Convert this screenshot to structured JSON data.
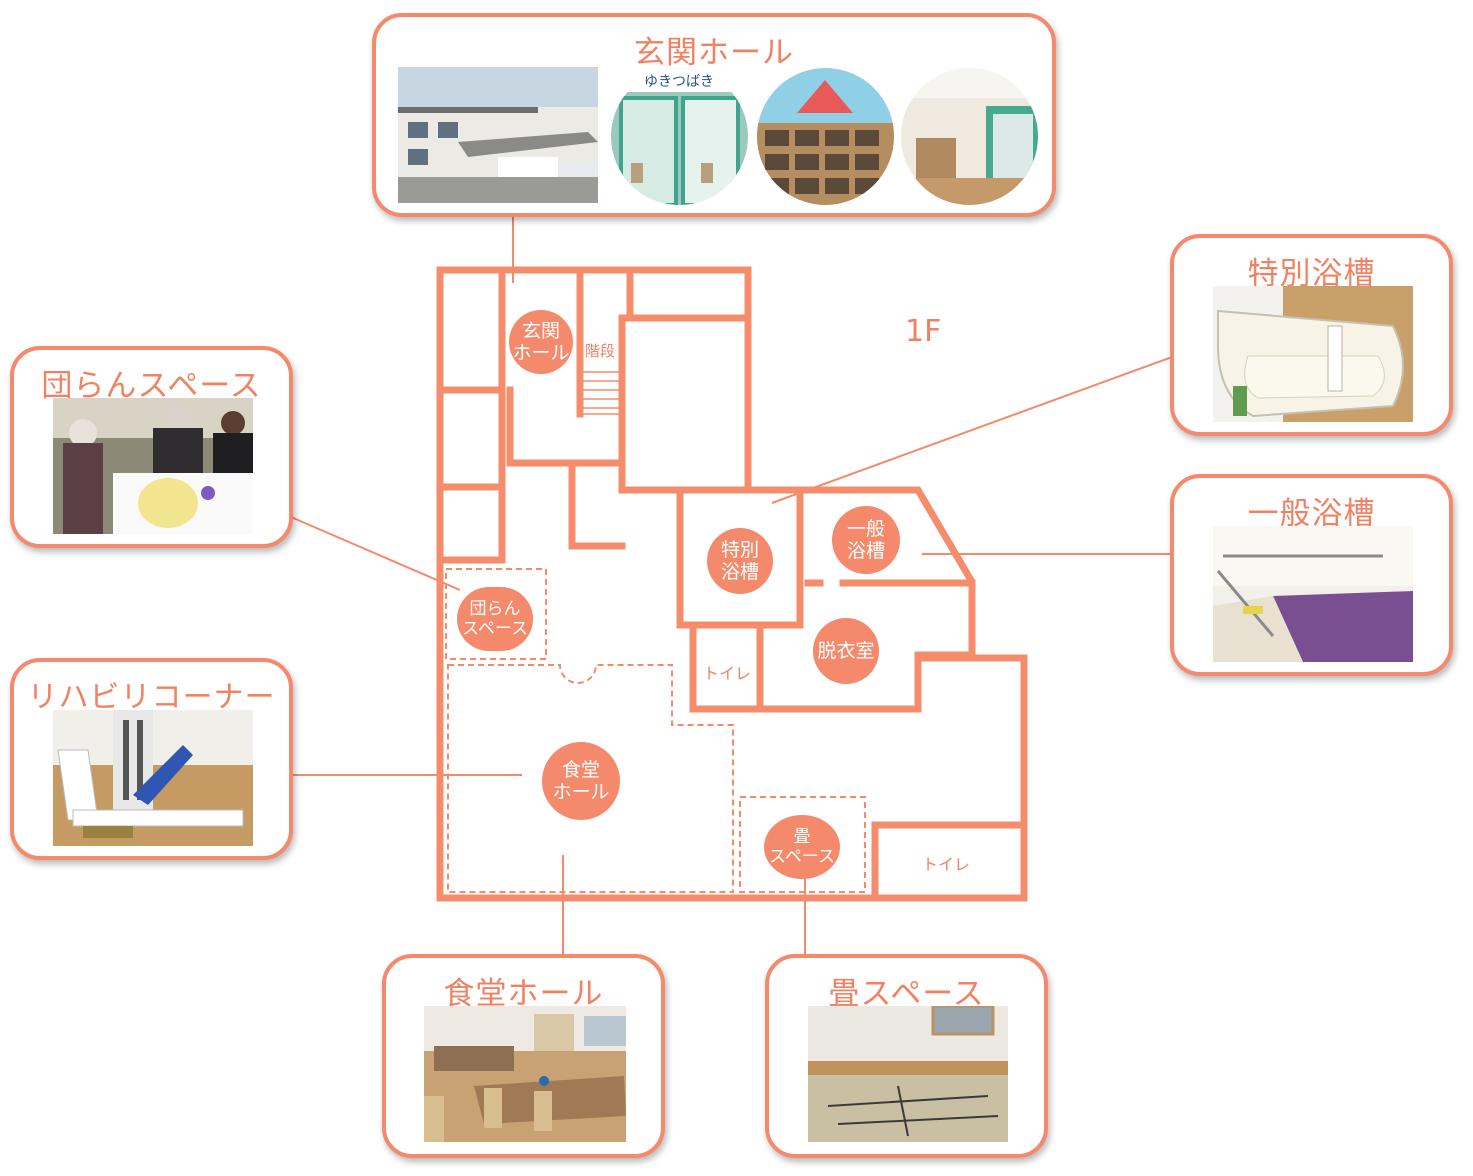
{
  "colors": {
    "accent": "#f4896b",
    "wall": "#f58c6b",
    "text": "#f08263"
  },
  "floor_label": "1F",
  "cards": {
    "genkan": {
      "title": "玄関ホール"
    },
    "danran": {
      "title": "団らんスペース"
    },
    "rehab": {
      "title": "リハビリコーナー"
    },
    "tokubetsu": {
      "title": "特別浴槽"
    },
    "ippan": {
      "title": "一般浴槽"
    },
    "shokudo": {
      "title": "食堂ホール"
    },
    "tatami": {
      "title": "畳スペース"
    }
  },
  "rooms": {
    "genkan": "玄関\nホール",
    "stairs": "階段",
    "tokubetsu": "特別\n浴槽",
    "ippan": "一般\n浴槽",
    "datsui": "脱衣室",
    "toilet1": "トイレ",
    "danran": "団らん\nスペース",
    "shokudo": "食堂\nホール",
    "tatami": "畳\nスペース",
    "toilet2": "トイレ"
  },
  "photo_labels": {
    "sign": "ゆきつばき"
  }
}
